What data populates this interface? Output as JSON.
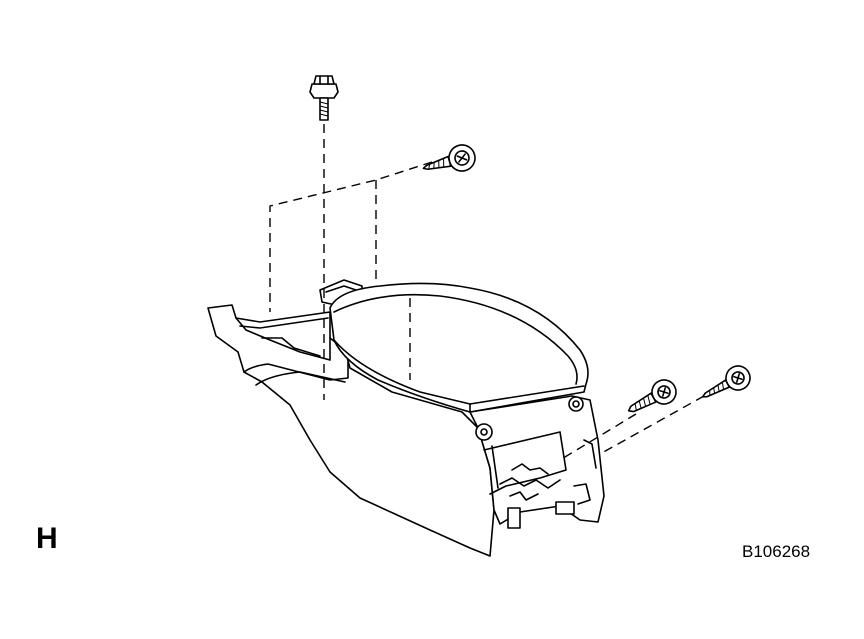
{
  "diagram": {
    "view_label": "H",
    "figure_code": "B106268",
    "parts": {
      "console_box": "console-box",
      "armrest_lid": "armrest-lid",
      "fasteners": [
        "bolt-top",
        "screw-upper",
        "screw-rear-1",
        "screw-rear-2"
      ]
    }
  }
}
